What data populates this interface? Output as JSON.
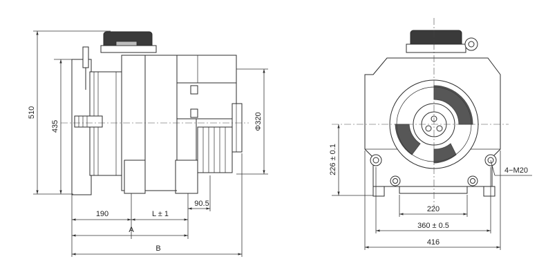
{
  "dimensions": {
    "side_view": {
      "overall_height": "510",
      "height_435": "435",
      "diameter": "Φ320",
      "width_190": "190",
      "length_L": "L ± 1",
      "width_90_5": "90.5",
      "label_A": "A",
      "label_B": "B"
    },
    "front_view": {
      "center_height": "226 ± 0.1",
      "bolt_spec": "4−M20",
      "width_220": "220",
      "width_360": "360 ± 0.5",
      "width_416": "416"
    }
  },
  "colors": {
    "line": "#2b2b2b",
    "dark_part": "#3a3a3a",
    "background": "#ffffff"
  }
}
